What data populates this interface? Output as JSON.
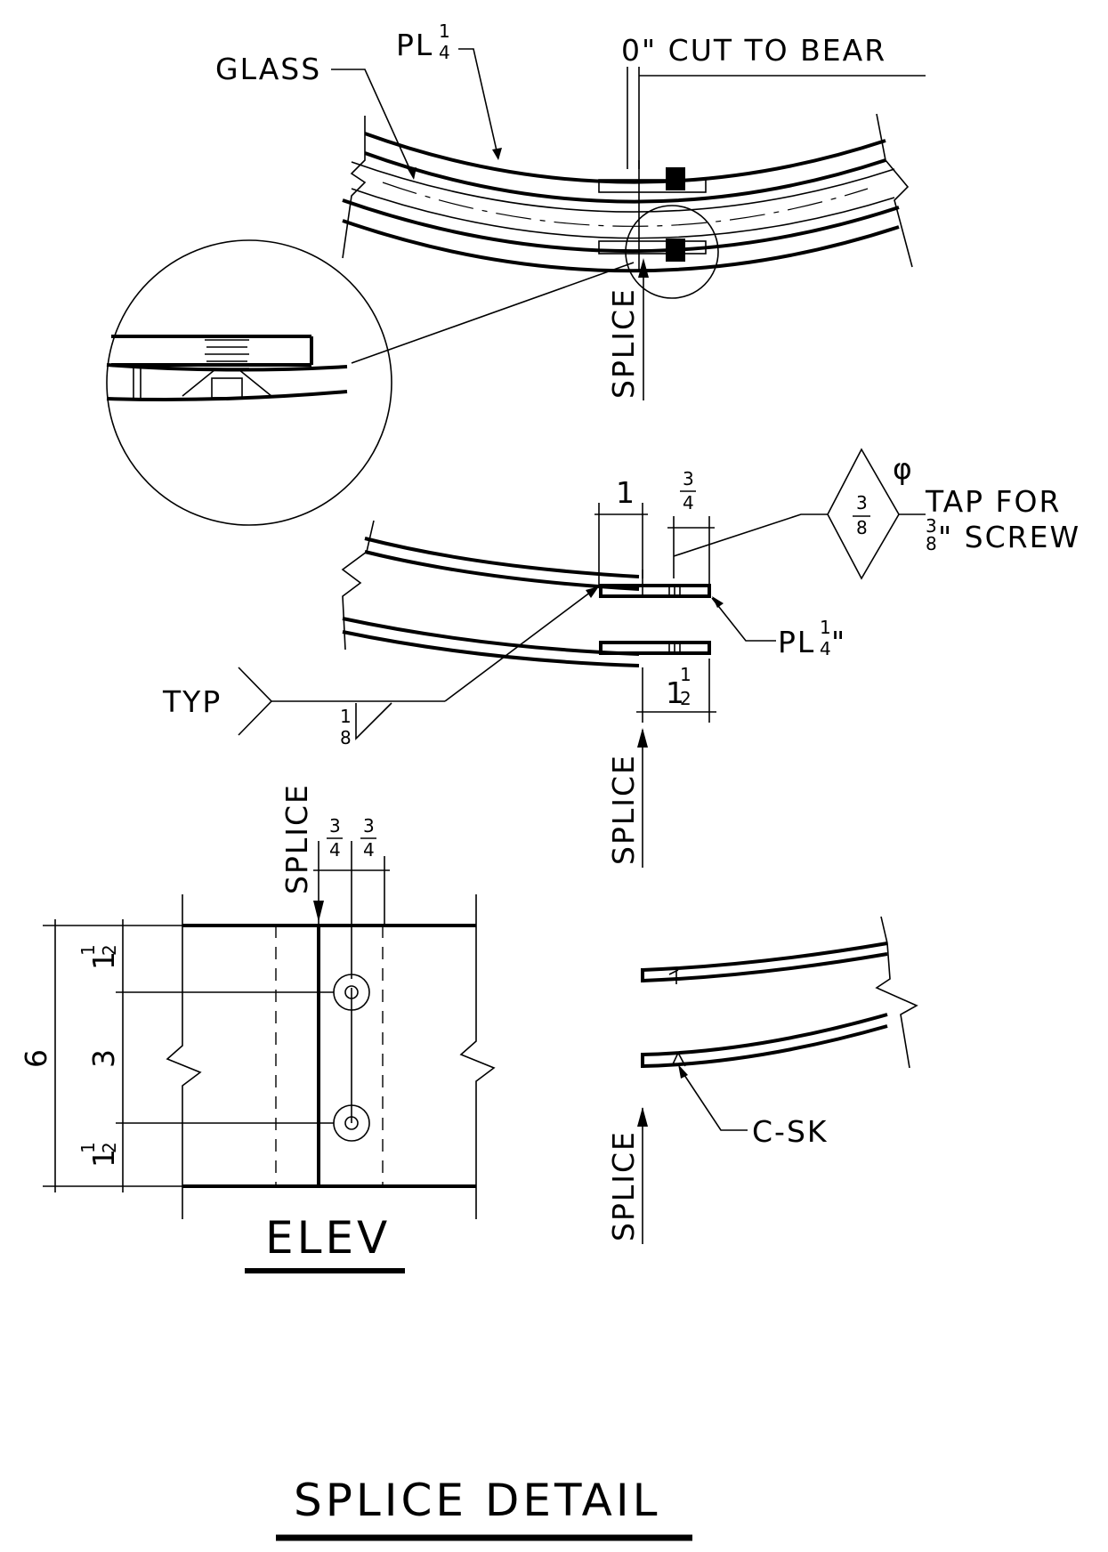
{
  "labels": {
    "glass": "GLASS",
    "pl_quarter_top": "PL",
    "cut_to_bear": "0\"  CUT TO BEAR",
    "splice_1": "SPLICE",
    "dim_one": "1",
    "tap_for": "TAP FOR",
    "screw": "\" SCREW",
    "phi": "φ",
    "pl_quarter_mid": "PL",
    "typ": "TYP",
    "splice_2": "SPLICE",
    "splice_3": "SPLICE",
    "dim_six": "6",
    "dim_three": "3",
    "elev": "ELEV",
    "c_sk": "C-SK",
    "splice_4": "SPLICE",
    "title": "SPLICE DETAIL"
  },
  "fractions": {
    "quarter_num": "1",
    "quarter_den": "4",
    "three": "3",
    "four": "4",
    "eight": "8",
    "one": "1",
    "two": "2"
  },
  "colors": {
    "ink": "#000000",
    "paper": "#ffffff"
  }
}
